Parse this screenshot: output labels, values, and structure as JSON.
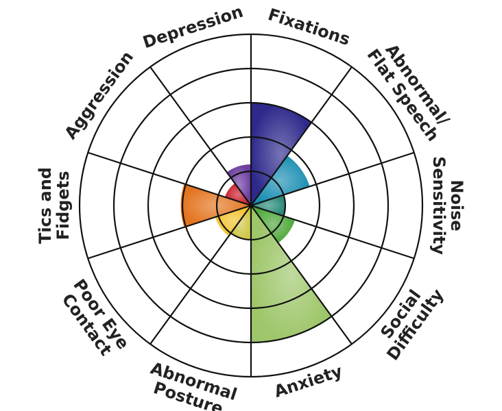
{
  "chart_data": {
    "type": "polar-area",
    "title": "",
    "rlim": [
      0,
      5
    ],
    "rings": 5,
    "categories": [
      {
        "label": [
          "Fixations"
        ],
        "value": 3.0,
        "color": "#2e2a8c"
      },
      {
        "label": [
          "Abnormal/",
          "Flat Speech"
        ],
        "value": 1.8,
        "color": "#1c8fb3"
      },
      {
        "label": [
          "Noise",
          "Sensitivity"
        ],
        "value": 1.0,
        "color": "#2c8a7a"
      },
      {
        "label": [
          "Social",
          "Difficulty"
        ],
        "value": 1.35,
        "color": "#4ea83a"
      },
      {
        "label": [
          "Anxiety"
        ],
        "value": 4.0,
        "color": "#9ec66a"
      },
      {
        "label": [
          "Abnormal",
          "Posture"
        ],
        "value": 1.0,
        "color": "#cfc74a"
      },
      {
        "label": [
          "Poor Eye",
          "Contact"
        ],
        "value": 1.1,
        "color": "#f2c230"
      },
      {
        "label": [
          "Tics and",
          "Fidgets"
        ],
        "value": 2.05,
        "color": "#e3741f"
      },
      {
        "label": [
          "Aggression"
        ],
        "value": 0.8,
        "color": "#c9202f"
      },
      {
        "label": [
          "Depression"
        ],
        "value": 1.2,
        "color": "#6d3fa0"
      }
    ]
  }
}
